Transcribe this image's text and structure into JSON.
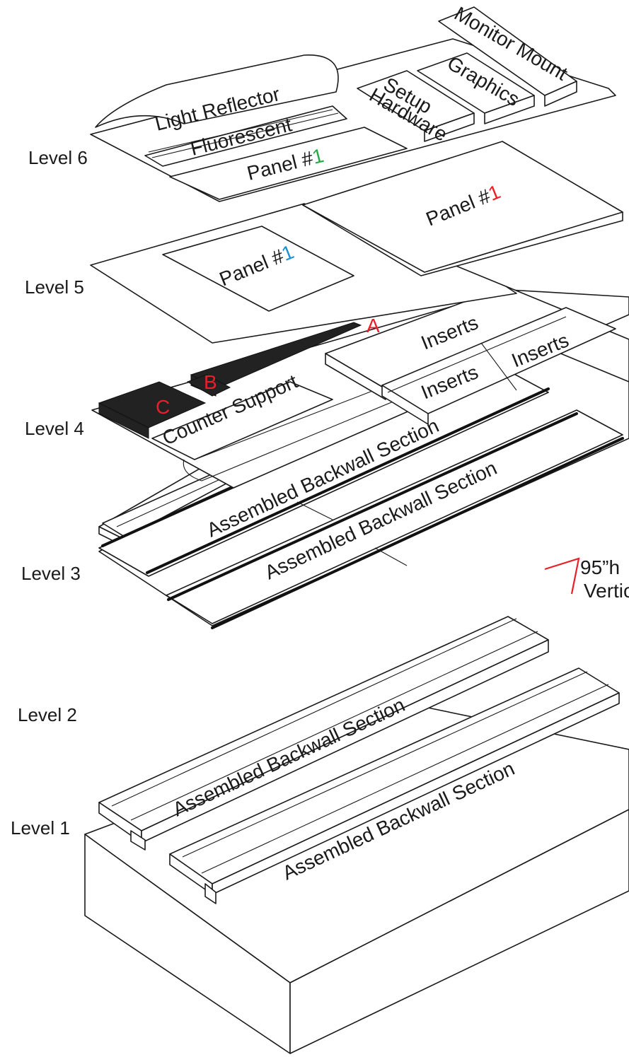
{
  "levels": {
    "l1": "Level 1",
    "l2": "Level 2",
    "l3": "Level 3",
    "l4": "Level 4",
    "l5": "Level 5",
    "l6": "Level 6"
  },
  "labels": {
    "light_reflector": "Light Reflector",
    "fluorescent": "Fluorescent",
    "panel_prefix": "Panel #",
    "panel_num": "1",
    "setup": "Setup",
    "hardware": "Hardware",
    "graphics": "Graphics",
    "monitor_mount": "Monitor Mount",
    "inserts": "Inserts",
    "counter_support": "Counter Support",
    "marker_a": "A",
    "marker_b": "B",
    "marker_c": "C",
    "backwall": "Assembled Backwall Section",
    "callout_1": "95”h",
    "callout_2": "Vertic"
  },
  "colors": {
    "accent_red": "#e8202a",
    "accent_green": "#2aa84a",
    "accent_blue": "#1e8fd0",
    "line": "#1a1a1a"
  }
}
